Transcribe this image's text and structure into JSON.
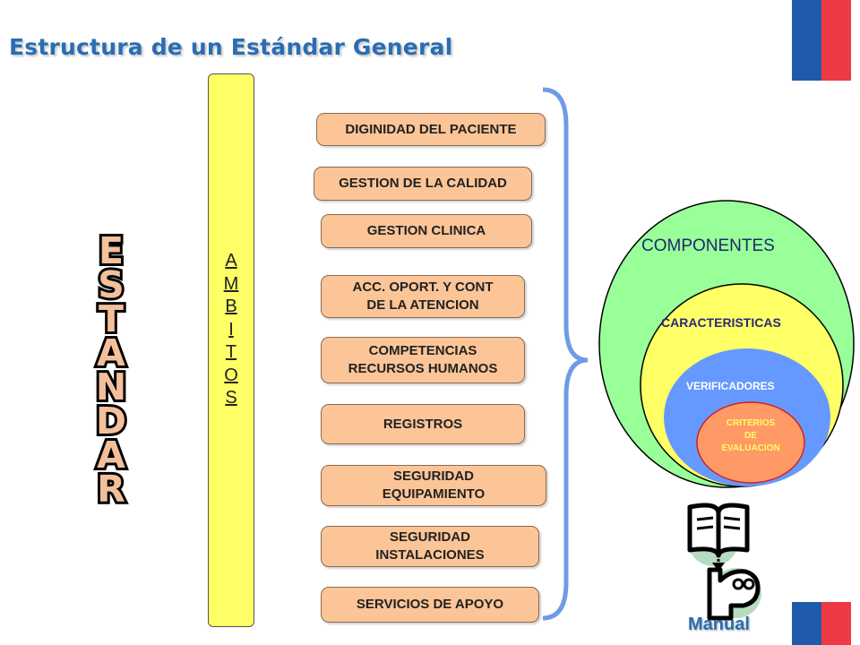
{
  "title": "Estructura de un Estándar General",
  "ambitos_letters": [
    "A",
    "M",
    "B",
    "I",
    "T",
    "O",
    "S"
  ],
  "estandar_letters": [
    "E",
    "S",
    "T",
    "A",
    "N",
    "D",
    "A",
    "R"
  ],
  "areas": [
    "DIGINIDAD DEL PACIENTE",
    "GESTION DE LA CALIDAD",
    "GESTION CLINICA",
    "ACC. OPORT. Y CONT\nDE LA ATENCION",
    "COMPETENCIAS\nRECURSOS HUMANOS",
    "REGISTROS",
    "SEGURIDAD\nEQUIPAMIENTO",
    "SEGURIDAD\nINSTALACIONES",
    "SERVICIOS DE APOYO"
  ],
  "components": {
    "componentes": "COMPONENTES",
    "caracteristicas": "CARACTERISTICAS",
    "verificadores": "VERIFICADORES",
    "criterios": "CRITERIOS\nDE\nEVALUACION"
  },
  "manual_label": "Manual",
  "icons": {
    "book": "book-icon",
    "reader": "reader-icon",
    "arrow": "arrow-down-icon"
  },
  "colors": {
    "title": "#2b6db3",
    "flag_blue": "#1f5bab",
    "flag_red": "#ee3a45",
    "ambitos_bg": "#ffff66",
    "area_bg": "#fcc597",
    "estandar_fill": "#f3c09b",
    "brace": "#6f9be6",
    "componentes": "#99ff99",
    "caracteristicas": "#ffff66",
    "verificadores": "#6699ff",
    "criterios": "#ff9966",
    "criterios_text": "#ffff66"
  }
}
